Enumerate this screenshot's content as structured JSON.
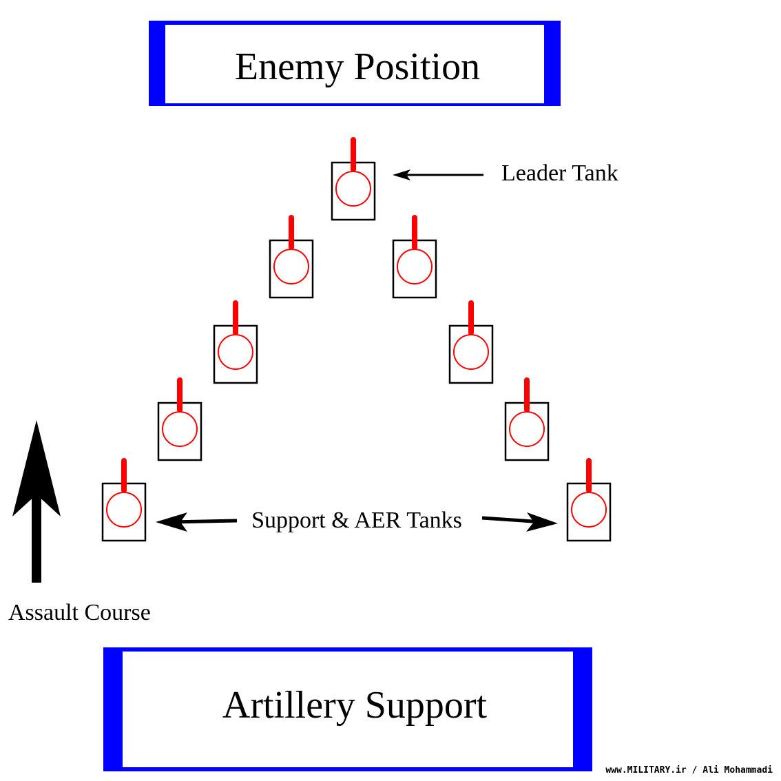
{
  "diagram": {
    "enemy_box": {
      "label": "Enemy Position"
    },
    "artillery_box": {
      "label": "Artillery Support"
    },
    "leader_label": "Leader Tank",
    "support_label": "Support & AER Tanks",
    "assault_label": "Assault Course",
    "credit": "www.MILITARY.ir / Ali Mohammadi",
    "tank_count": 9
  },
  "colors": {
    "box_border": "#0000ff",
    "tank_outline": "#000000",
    "turret": "#ff0000",
    "arrow": "#000000",
    "background": "#ffffff"
  }
}
